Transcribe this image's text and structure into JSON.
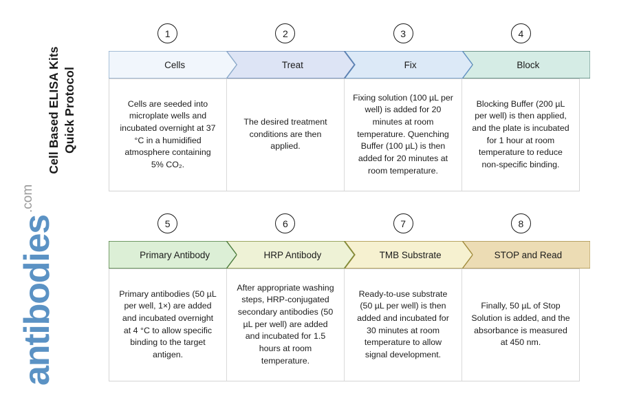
{
  "title": {
    "line1": "Cell Based ELISA Kits",
    "line2": "Quick Protocol"
  },
  "logo": {
    "word": "antibodies",
    "tld": ".com",
    "color": "#5b92c4"
  },
  "rows": [
    {
      "name": "row-1",
      "steps": [
        {
          "number": "1",
          "label": "Cells",
          "fill": "#f1f6fc",
          "stroke": "#8aa9c9",
          "text": "Cells are seeded into microplate wells and incubated overnight at 37 °C in a humidified atmosphere containing 5% CO₂."
        },
        {
          "number": "2",
          "label": "Treat",
          "fill": "#dde4f5",
          "stroke": "#5f7fae",
          "text": "The desired treatment conditions are then applied."
        },
        {
          "number": "3",
          "label": "Fix",
          "fill": "#dce9f7",
          "stroke": "#5f8fc0",
          "text": "Fixing solution (100 µL per well) is added for 20 minutes at room temperature. Quenching Buffer (100 µL) is then added for 20 minutes at room temperature."
        },
        {
          "number": "4",
          "label": "Block",
          "fill": "#d5ece5",
          "stroke": "#49786f",
          "text": "Blocking Buffer (200 µL per well) is then applied, and the plate is incubated for 1 hour at room temperature to reduce non-specific binding."
        }
      ]
    },
    {
      "name": "row-2",
      "steps": [
        {
          "number": "5",
          "label": "Primary Antibody",
          "fill": "#dcefd6",
          "stroke": "#4a7a3c",
          "text": "Primary antibodies (50 µL per well, 1×) are added and incubated overnight at 4 °C to allow specific binding to the target antigen."
        },
        {
          "number": "6",
          "label": "HRP Antibody",
          "fill": "#eef2d6",
          "stroke": "#7d8c3a",
          "text": "After appropriate washing steps, HRP-conjugated secondary antibodies (50 µL per well) are added and incubated for 1.5 hours at room temperature."
        },
        {
          "number": "7",
          "label": "TMB Substrate",
          "fill": "#f6f1d0",
          "stroke": "#a08b3c",
          "text": "Ready-to-use substrate (50 µL per well) is then added and incubated for 30 minutes at room temperature to allow signal development."
        },
        {
          "number": "8",
          "label": "STOP and Read",
          "fill": "#ecdcb4",
          "stroke": "#a58c46",
          "text": "Finally, 50 µL of Stop Solution is added, and the absorbance is measured at 450 nm."
        }
      ]
    }
  ]
}
